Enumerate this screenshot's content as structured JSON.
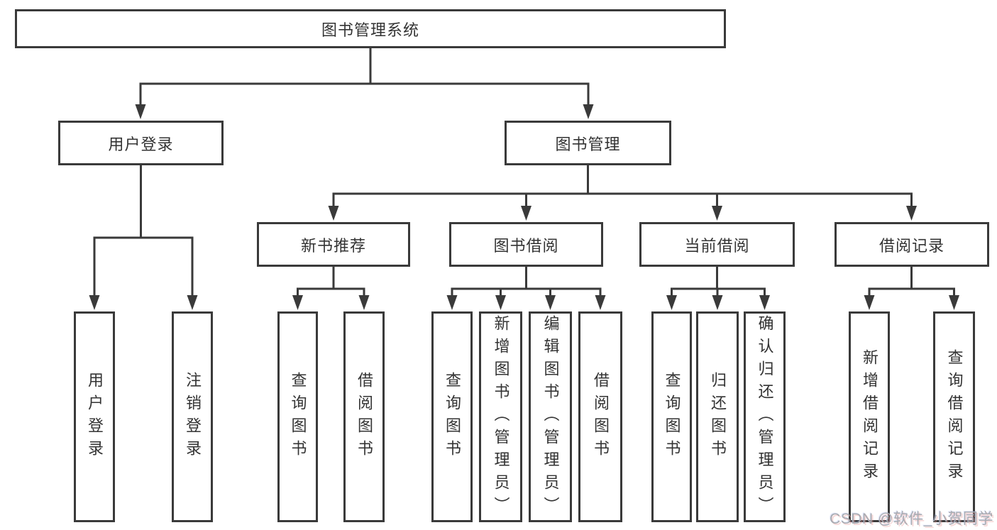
{
  "diagram": {
    "type": "hierarchy-tree",
    "root": {
      "label": "图书管理系统"
    },
    "branches": [
      {
        "label": "用户登录",
        "children": [
          {
            "label": "用户登录"
          },
          {
            "label": "注销登录"
          }
        ]
      },
      {
        "label": "图书管理",
        "children": [
          {
            "label": "新书推荐",
            "children": [
              {
                "label": "查询图书"
              },
              {
                "label": "借阅图书"
              }
            ]
          },
          {
            "label": "图书借阅",
            "children": [
              {
                "label": "查询图书"
              },
              {
                "label": "新增图书（管理员）"
              },
              {
                "label": "编辑图书（管理员）"
              },
              {
                "label": "借阅图书"
              }
            ]
          },
          {
            "label": "当前借阅",
            "children": [
              {
                "label": "查询图书"
              },
              {
                "label": "归还图书"
              },
              {
                "label": "确认归还（管理员）"
              }
            ]
          },
          {
            "label": "借阅记录",
            "children": [
              {
                "label": "新增借阅记录"
              },
              {
                "label": "查询借阅记录"
              }
            ]
          }
        ]
      }
    ]
  },
  "watermark": {
    "text": "CSDN @软件_小贺同学"
  },
  "colors": {
    "background": "#ffffff",
    "line": "#3a3a3a",
    "box_border": "#3a3a3a",
    "box_background": "#ffffff",
    "text": "#333333",
    "watermark": "#a9abb0"
  }
}
